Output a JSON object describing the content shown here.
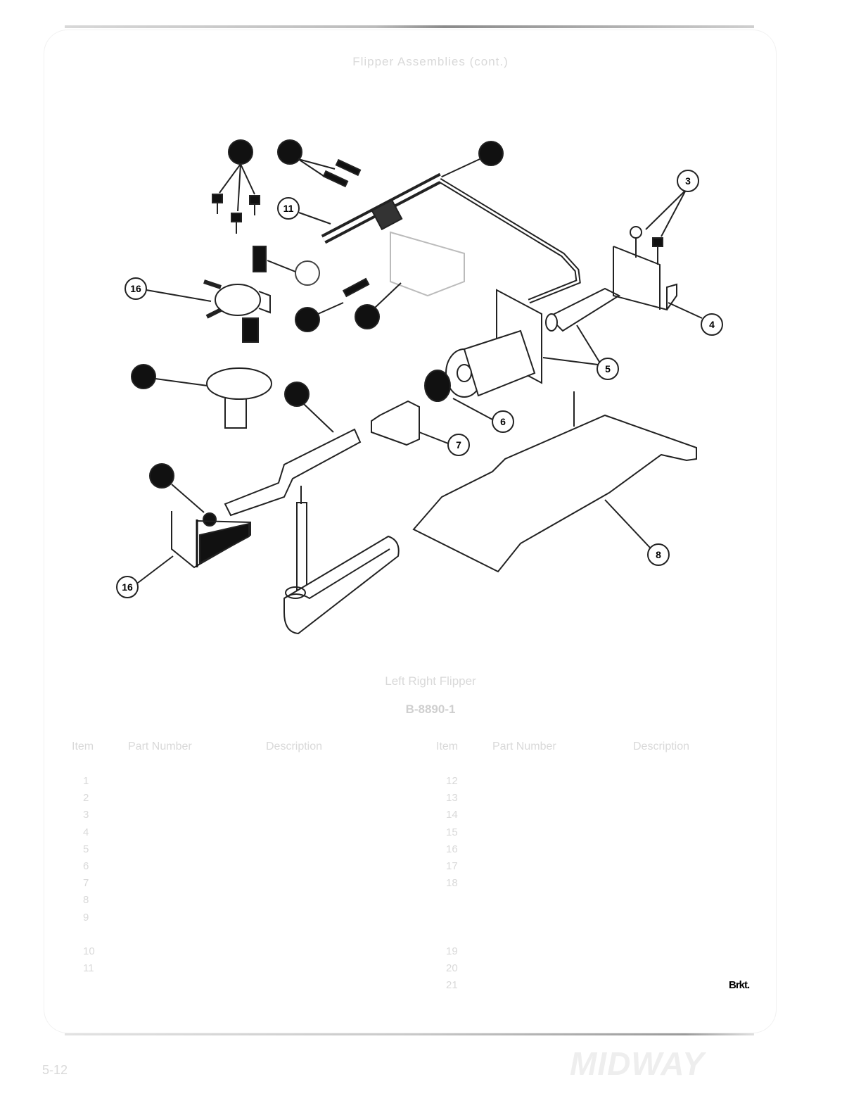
{
  "page": {
    "heading": "Flipper Assemblies (cont.)",
    "page_number": "5-12",
    "logo_text": "MIDWAY"
  },
  "figure": {
    "callouts": [
      "3",
      "4",
      "5",
      "6",
      "7",
      "8",
      "11",
      "16",
      "16"
    ],
    "caption": "Left Right Flipper",
    "caption_sub": "B-8890-1"
  },
  "table": {
    "headers": {
      "item": "Item",
      "part_number": "Part Number",
      "description": "Description",
      "item_2": "Item",
      "part_number_2": "Part Number",
      "description_2": "Description"
    },
    "left_rows": [
      {
        "item": "1",
        "part": "",
        "desc": ""
      },
      {
        "item": "2",
        "part": "",
        "desc": ""
      },
      {
        "item": "3",
        "part": "",
        "desc": ""
      },
      {
        "item": "4",
        "part": "",
        "desc": ""
      },
      {
        "item": "5",
        "part": "",
        "desc": ""
      },
      {
        "item": "6",
        "part": "",
        "desc": ""
      },
      {
        "item": "7",
        "part": "",
        "desc": ""
      },
      {
        "item": "8",
        "part": "",
        "desc": ""
      },
      {
        "item": "9",
        "part": "",
        "desc": ""
      },
      {
        "item": "",
        "part": "",
        "desc": ""
      },
      {
        "item": "10",
        "part": "",
        "desc": ""
      },
      {
        "item": "11",
        "part": "",
        "desc": ""
      }
    ],
    "right_rows": [
      {
        "item": "12",
        "part": "",
        "desc": ""
      },
      {
        "item": "13",
        "part": "",
        "desc": ""
      },
      {
        "item": "14",
        "part": "",
        "desc": ""
      },
      {
        "item": "15",
        "part": "",
        "desc": ""
      },
      {
        "item": "16",
        "part": "",
        "desc": ""
      },
      {
        "item": "17",
        "part": "",
        "desc": ""
      },
      {
        "item": "18",
        "part": "",
        "desc": ""
      },
      {
        "item": "",
        "part": "",
        "desc": ""
      },
      {
        "item": "",
        "part": "",
        "desc": ""
      },
      {
        "item": "",
        "part": "",
        "desc": ""
      },
      {
        "item": "19",
        "part": "",
        "desc": ""
      },
      {
        "item": "20",
        "part": "",
        "desc": ""
      },
      {
        "item": "21",
        "part": "",
        "desc": "Brkt."
      }
    ]
  }
}
